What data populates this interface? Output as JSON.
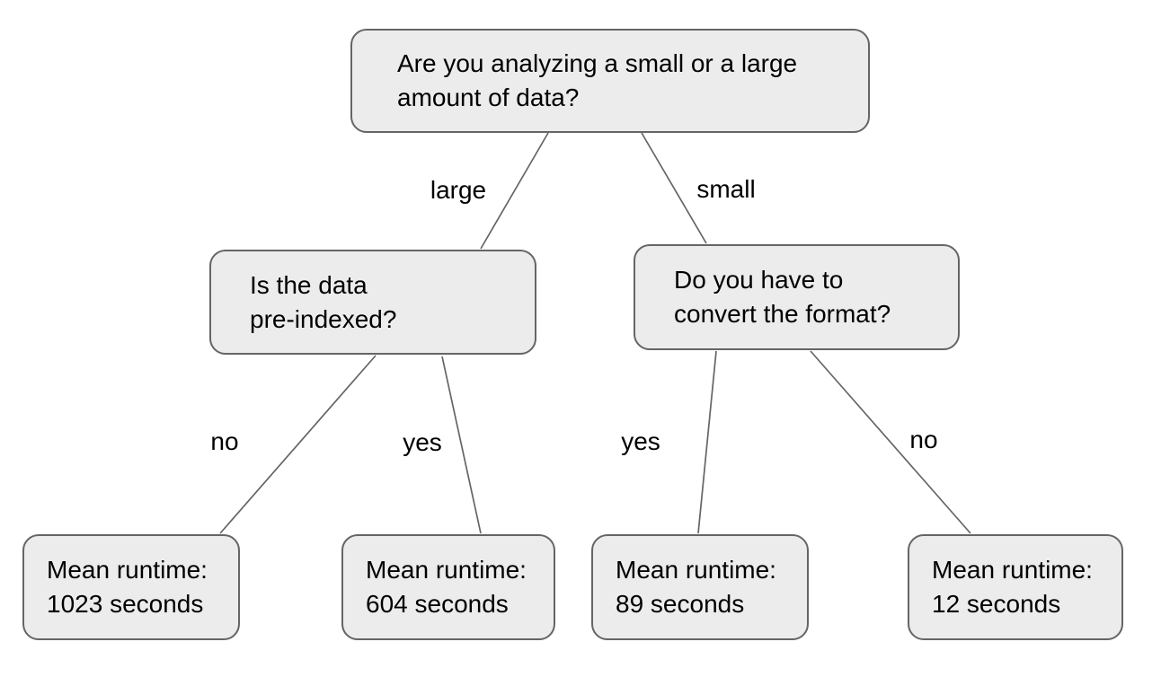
{
  "diagram": {
    "nodes": {
      "root": {
        "label": "Are you analyzing a small or a large\namount of data?"
      },
      "left_question": {
        "label": "Is the data\npre-indexed?"
      },
      "right_question": {
        "label": "Do you have to\nconvert the format?"
      },
      "leaf_large_no": {
        "label": "Mean runtime:\n1023 seconds",
        "mean_runtime_seconds": 1023
      },
      "leaf_large_yes": {
        "label": "Mean runtime:\n604 seconds",
        "mean_runtime_seconds": 604
      },
      "leaf_small_yes": {
        "label": "Mean runtime:\n89 seconds",
        "mean_runtime_seconds": 89
      },
      "leaf_small_no": {
        "label": "Mean runtime:\n12 seconds",
        "mean_runtime_seconds": 12
      }
    },
    "edge_labels": {
      "root_to_left": "large",
      "root_to_right": "small",
      "left_to_leaf_no": "no",
      "left_to_leaf_yes": "yes",
      "right_to_leaf_yes": "yes",
      "right_to_leaf_no": "no"
    },
    "colors": {
      "background": "#ffffff",
      "node_fill": "#ececec",
      "node_border": "#656565",
      "edge_line": "#656565",
      "text": "#000000"
    }
  }
}
